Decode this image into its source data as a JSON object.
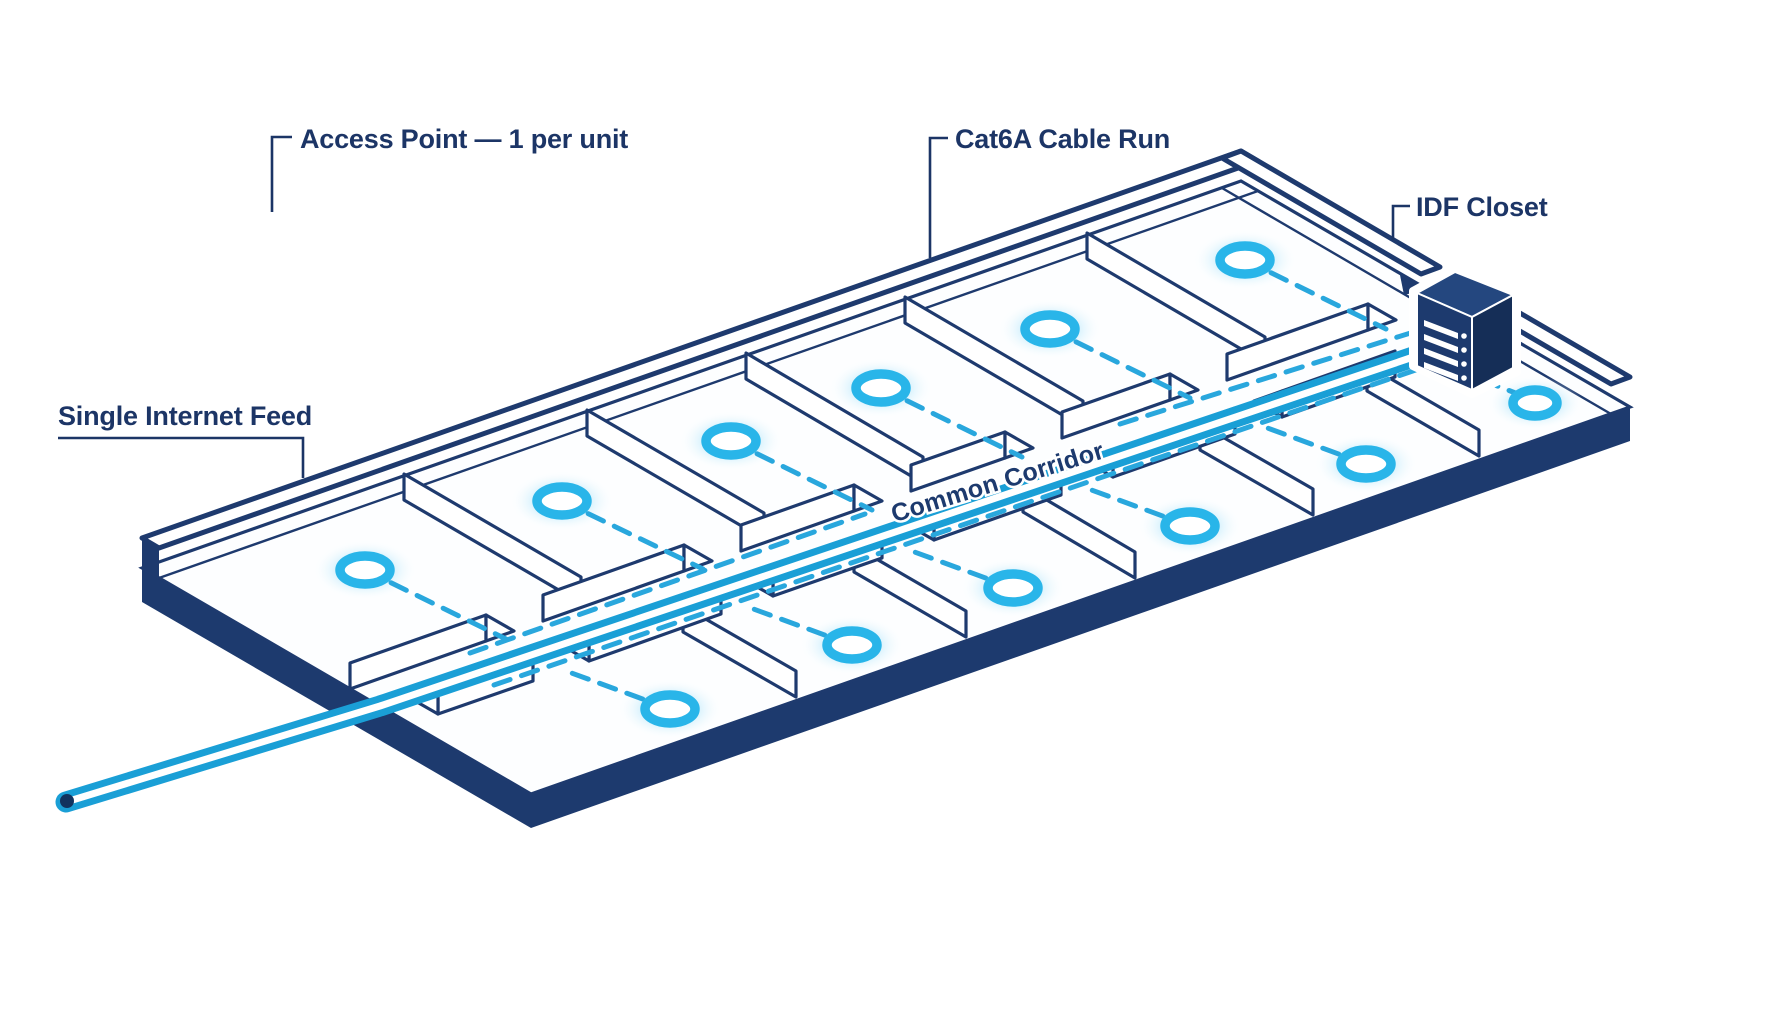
{
  "labels": {
    "access_point": "Access Point — 1 per unit",
    "cable_run": "Cat6A Cable Run",
    "idf_closet": "IDF Closet",
    "internet_feed": "Single Internet Feed",
    "corridor": "Common Corridor"
  },
  "diagram": {
    "access_point_count": 12,
    "unit_rows": 2,
    "units_per_row": 6,
    "colors": {
      "line_navy": "#1e3a6e",
      "text_navy": "#1c3566",
      "slab_side_navy": "#1d3a6e",
      "cable_cyan": "#1a9fd6",
      "dash_cyan": "#29a7dd",
      "ring_cyan": "#29b5e9",
      "glow_cyan": "#8edcf7",
      "background": "#ffffff"
    }
  }
}
